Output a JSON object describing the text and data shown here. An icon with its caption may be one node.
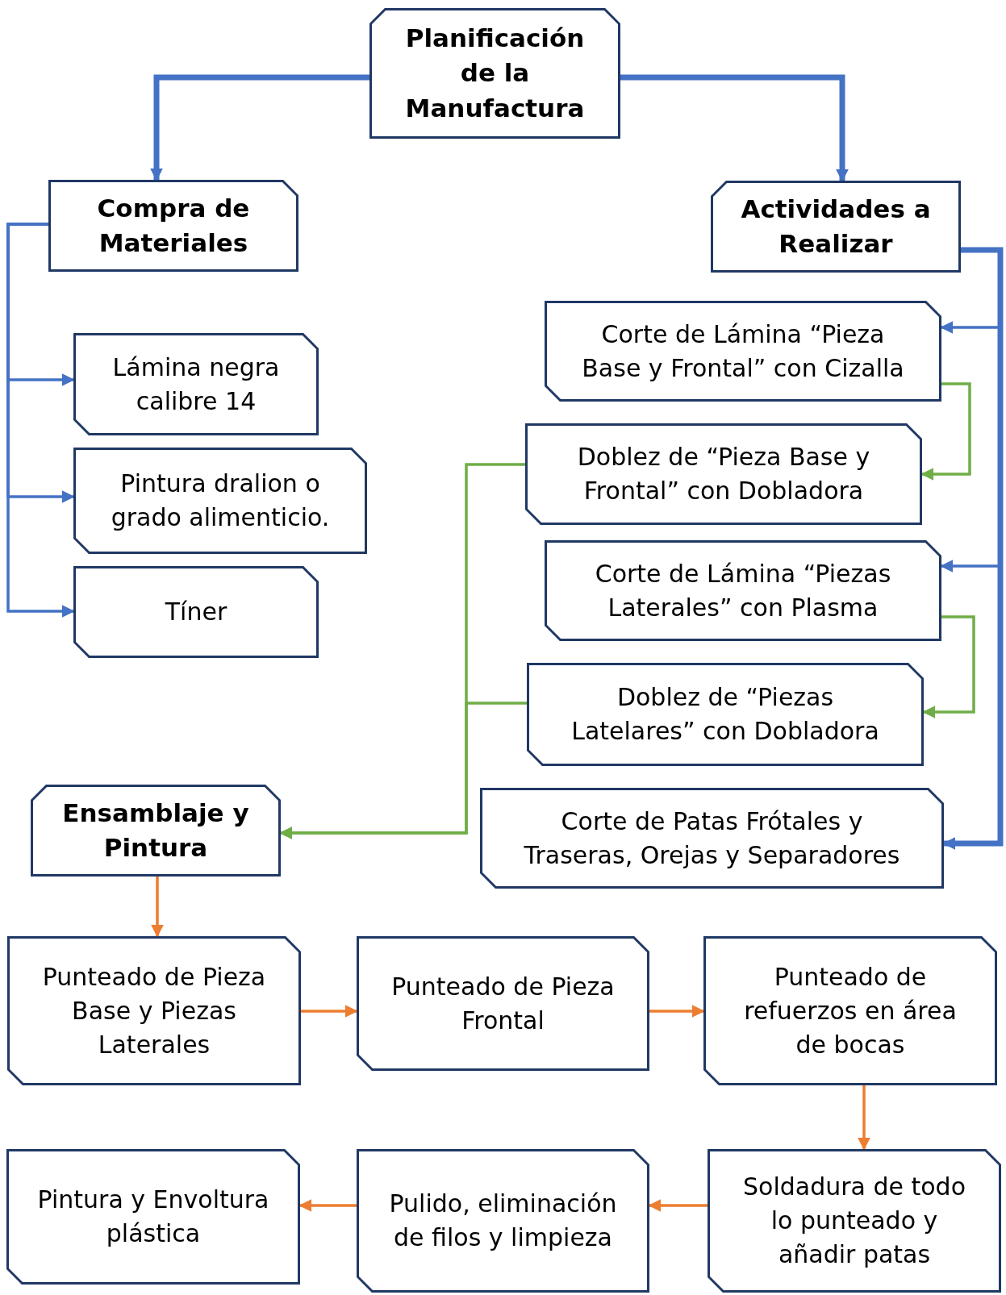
{
  "diagram": {
    "nodes": [
      {
        "text": [
          "Planificación de la Manufactura"
        ]
      },
      {
        "text": [
          "Compra de Materiales"
        ]
      },
      {
        "text": [
          "Actividades a Realizar"
        ]
      },
      {
        "text": [
          "Lámina negra calibre 14"
        ]
      },
      {
        "text": [
          "Pintura dralion o grado alimenticio."
        ]
      },
      {
        "text": [
          "Tíner"
        ]
      },
      {
        "text": [
          "Corte de Lámina “Pieza Base y Frontal” con Cizalla"
        ]
      },
      {
        "text": [
          "Doblez de “Pieza Base y Frontal” con Dobladora"
        ]
      },
      {
        "text": [
          "Corte de Lámina “Piezas Laterales” con Plasma"
        ]
      },
      {
        "text": [
          "Doblez de “Piezas Latelares” con Dobladora"
        ]
      },
      {
        "text": [
          "Corte de Patas Frótales y Traseras, Orejas y Separadores"
        ]
      },
      {
        "text": [
          "Ensamblaje y Pintura"
        ]
      },
      {
        "text": [
          "Punteado de Pieza Base y Piezas Laterales"
        ]
      },
      {
        "text": [
          "Punteado de Pieza Frontal"
        ]
      },
      {
        "text": [
          "Punteado de refuerzos en área de bocas"
        ]
      },
      {
        "text": [
          "Soldadura de todo lo punteado y añadir patas"
        ]
      },
      {
        "text": [
          "Pulido, eliminación de filos y limpieza"
        ]
      },
      {
        "text": [
          "Pintura y Envoltura plástica"
        ]
      }
    ],
    "edges": [
      {
        "from": 0,
        "to": 1,
        "arrow": "to",
        "style": "thick"
      },
      {
        "from": 0,
        "to": 2,
        "arrow": "to",
        "style": "thick"
      },
      {
        "from": 1,
        "to": 3,
        "arrow": "to"
      },
      {
        "from": 1,
        "to": 4,
        "arrow": "to"
      },
      {
        "from": 1,
        "to": 5,
        "arrow": "to"
      },
      {
        "from": 2,
        "to": 6,
        "arrow": "to"
      },
      {
        "from": 2,
        "to": 8,
        "arrow": "to"
      },
      {
        "from": 2,
        "to": 10,
        "arrow": "to",
        "style": "thick"
      },
      {
        "from": 6,
        "to": 7,
        "arrow": "to",
        "color": "#70ad47"
      },
      {
        "from": 8,
        "to": 9,
        "arrow": "to",
        "color": "#70ad47"
      },
      {
        "from": 7,
        "to": 11,
        "arrow": "to",
        "color": "#70ad47"
      },
      {
        "from": 9,
        "to": 11,
        "arrow": "to",
        "color": "#70ad47"
      },
      {
        "from": 11,
        "to": 12,
        "arrow": "to",
        "color": "#ed7d31"
      },
      {
        "from": 12,
        "to": 13,
        "arrow": "to",
        "color": "#ed7d31"
      },
      {
        "from": 13,
        "to": 14,
        "arrow": "to",
        "color": "#ed7d31"
      },
      {
        "from": 14,
        "to": 15,
        "arrow": "to",
        "color": "#ed7d31"
      },
      {
        "from": 15,
        "to": 16,
        "arrow": "to",
        "color": "#ed7d31"
      },
      {
        "from": 16,
        "to": 17,
        "arrow": "to",
        "color": "#ed7d31"
      }
    ]
  }
}
